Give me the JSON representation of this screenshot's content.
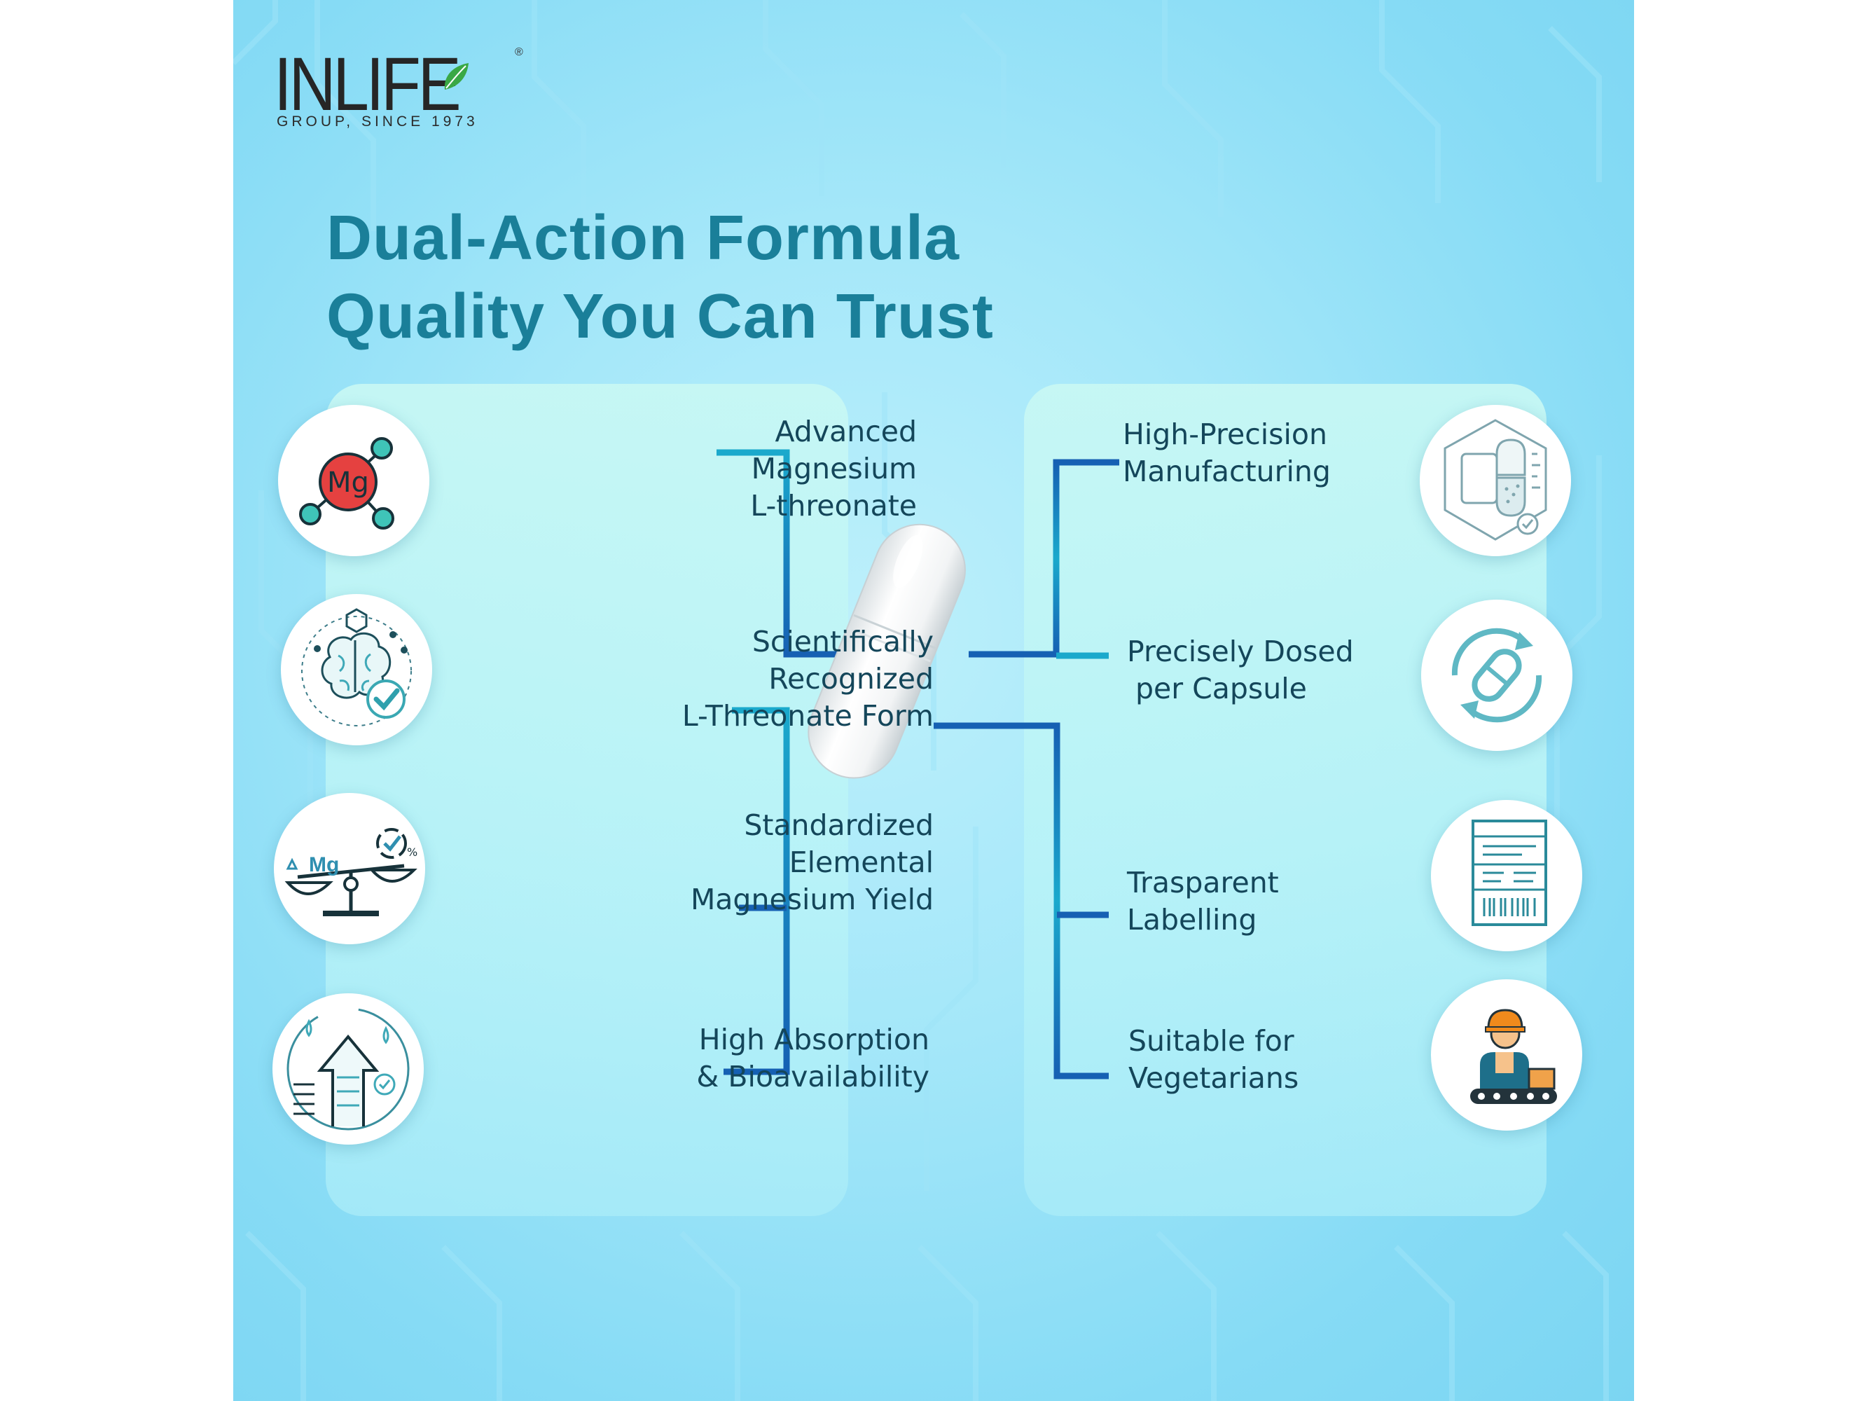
{
  "brand": {
    "name": "INLIFE",
    "registered": "®",
    "tagline": "GROUP, SINCE 1973"
  },
  "headline": {
    "line1": "Dual-Action Formula",
    "line2": "Quality You Can Trust"
  },
  "left_features": [
    {
      "lines": [
        "Advanced",
        "Magnesium",
        "L-threonate"
      ],
      "icon": "magnesium-molecule-icon"
    },
    {
      "lines": [
        "Scientifically",
        "Recognized",
        "L-Threonate Form"
      ],
      "icon": "brain-research-icon"
    },
    {
      "lines": [
        "Standardized",
        "Elemental",
        "Magnesium Yield"
      ],
      "icon": "magnesium-scale-icon"
    },
    {
      "lines": [
        "High Absorption",
        "& Bioavailability"
      ],
      "icon": "absorption-arrow-icon"
    }
  ],
  "right_features": [
    {
      "lines": [
        "High-Precision",
        "Manufacturing"
      ],
      "icon": "precision-manufacturing-icon"
    },
    {
      "lines": [
        "Precisely Dosed",
        "per Capsule"
      ],
      "icon": "capsule-cycle-icon"
    },
    {
      "lines": [
        "Trasparent",
        "Labelling"
      ],
      "icon": "label-barcode-icon"
    },
    {
      "lines": [
        "Suitable for",
        "Vegetarians"
      ],
      "icon": "factory-worker-icon"
    }
  ],
  "icon_text": {
    "mg_molecule": "Mg",
    "mg_scale": "Mg",
    "scale_percent": "%"
  },
  "colors": {
    "heading": "#1a7f99",
    "connector_light": "#1fa5c8",
    "connector_dark": "#1560b0",
    "text": "#14465a",
    "mg_red": "#e54140",
    "teal_icon": "#5fb8c4"
  }
}
